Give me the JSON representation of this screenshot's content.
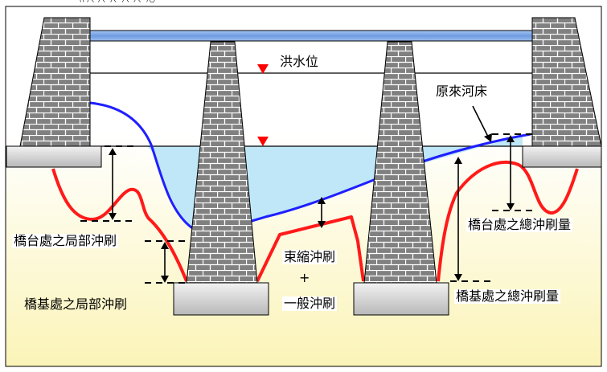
{
  "labels": {
    "flood_level": "洪水位",
    "original_bed": "原來河床",
    "abutment_local": "橋台處之局部沖刷",
    "pier_local": "橋基處之局部沖刷",
    "contraction_1": "束縮沖刷",
    "plus": "+",
    "contraction_2": "一般沖刷",
    "abutment_total": "橋台處之總沖刷量",
    "pier_total": "橋基處之總沖刷量"
  },
  "colors": {
    "water_line": "#1f1fff",
    "water_fill": "#bfe7f7",
    "scour_line": "#ff1a1a",
    "deck": "#7aa7e6",
    "masonry": "#7f7f7f",
    "mortar": "#ffffff",
    "background_top": "#ffffff",
    "background_bottom": "#fbf4b8",
    "marker": "#ff0000"
  }
}
